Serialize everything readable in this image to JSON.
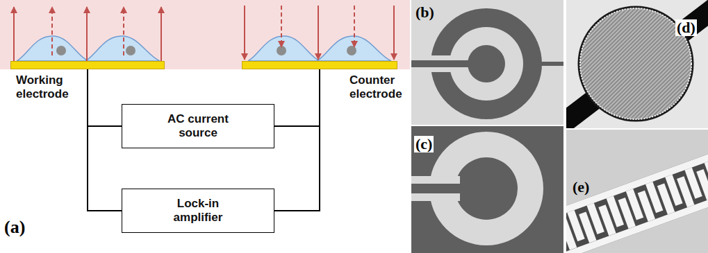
{
  "diagram": {
    "nodes": [
      {
        "text": [
          "Working electrode"
        ]
      },
      {
        "text": [
          "Counter electrode"
        ]
      },
      {
        "text": [
          "AC current source"
        ]
      },
      {
        "text": [
          "Lock-in amplifier"
        ]
      }
    ],
    "edges": [
      {
        "from": 0,
        "to": 2,
        "arrow": "none"
      },
      {
        "from": 0,
        "to": 3,
        "arrow": "none"
      },
      {
        "from": 1,
        "to": 2,
        "arrow": "none"
      },
      {
        "from": 1,
        "to": 3,
        "arrow": "none"
      }
    ],
    "labels": [
      "(a)",
      "(b)",
      "(c)",
      "(d)",
      "(e)"
    ]
  }
}
